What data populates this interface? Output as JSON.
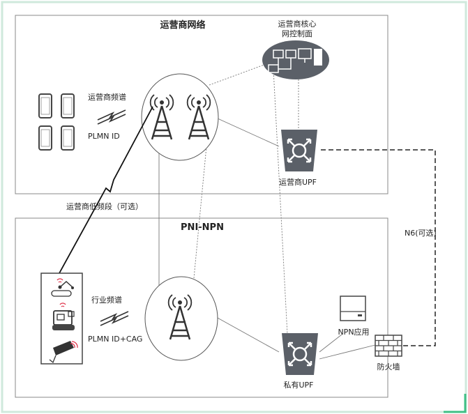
{
  "operator_network": {
    "title": "运营商网络",
    "core_label_line1": "运营商核心",
    "core_label_line2": "网控制面",
    "spectrum_label": "运营商频谱",
    "plmn_label": "PLMN ID",
    "upf_label": "运营商UPF"
  },
  "pni_npn": {
    "title": "PNI-NPN",
    "industry_spectrum_label": "行业频谱",
    "plmn_cag_label": "PLMN ID+CAG",
    "private_upf_label": "私有UPF",
    "npn_app_label": "NPN应用",
    "firewall_label": "防火墙"
  },
  "low_band_label": "运营商低频段（可选）",
  "n6_label": "N6(可选)",
  "colors": {
    "frame": "#cfe9dc",
    "box_border": "#888888",
    "upf_fill": "#5b6068",
    "phone_color": "#444444",
    "device_red": "#e0344b"
  }
}
